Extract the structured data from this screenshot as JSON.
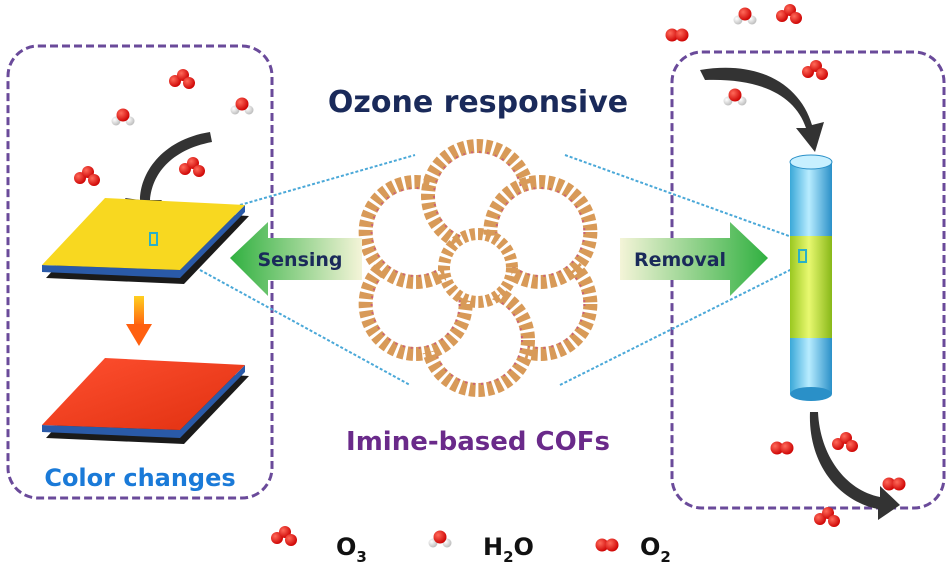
{
  "title": "Ozone responsive",
  "subtitle": "Imine-based COFs",
  "left_panel": {
    "caption": "Color changes",
    "arrow_label": "Sensing"
  },
  "right_panel": {
    "arrow_label": "Removal"
  },
  "legend": [
    {
      "name": "ozone",
      "main": "O",
      "sub": "3",
      "tail": ""
    },
    {
      "name": "water",
      "main": "H",
      "sub": "2",
      "tail": "O"
    },
    {
      "name": "oxygen",
      "main": "O",
      "sub": "2",
      "tail": ""
    }
  ],
  "colors": {
    "border": "#6a4a9a",
    "title": "#1a2a5a",
    "subtitle": "#6a2a8a",
    "caption": "#1a7ad8",
    "molecule": "#e02020"
  }
}
